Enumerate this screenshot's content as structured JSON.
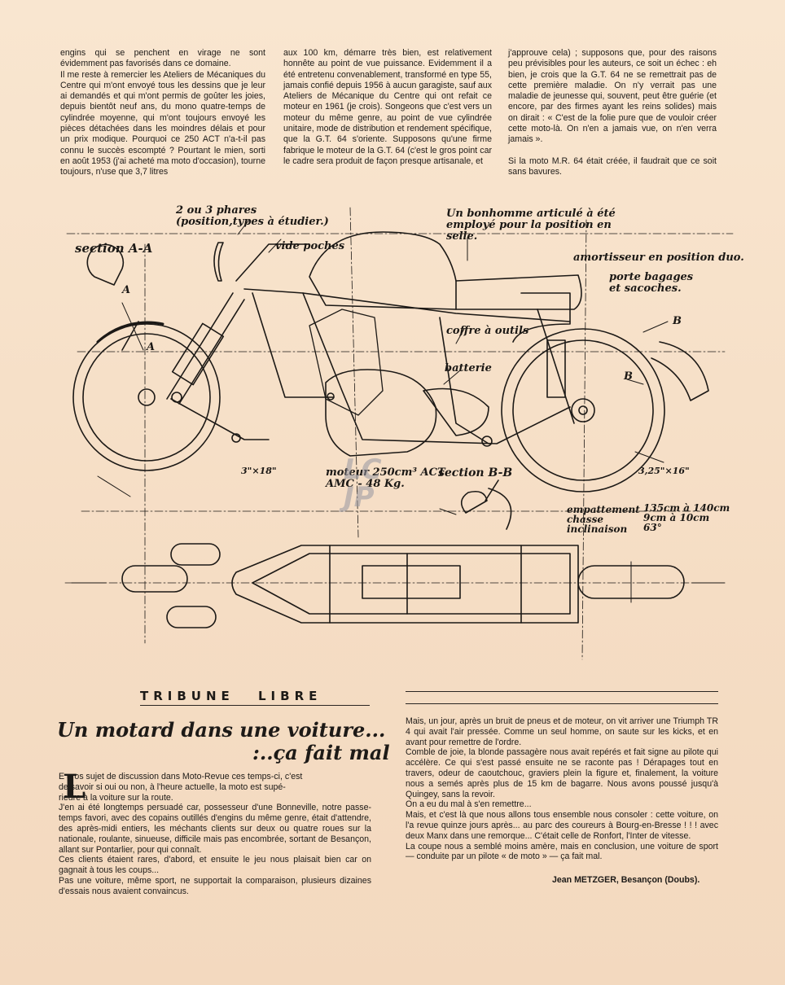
{
  "article_top": {
    "col1": "engins qui se penchent en virage ne sont évidemment pas favorisés dans ce domaine.\n    Il me reste à remercier les Ateliers de Mécaniques du Centre qui m'ont envoyé tous les dessins que je leur ai demandés et qui m'ont permis de goûter les joies, depuis bientôt neuf ans, du mono quatre-temps de cylindrée moyenne, qui m'ont toujours envoyé les pièces détachées dans les moindres délais et pour un prix modique. Pourquoi ce 250 ACT n'a-t-il pas connu le succès escompté ? Pourtant le mien, sorti en août 1953 (j'ai acheté ma moto d'occasion), tourne toujours, n'use que 3,7 litres",
    "col2": "aux 100 km, démarre très bien, est relativement honnête au point de vue puissance. Evidemment il a été entretenu convenablement, transformé en type 55, jamais confié depuis 1956 à aucun garagiste, sauf aux Ateliers de Mécanique du Centre qui ont refait ce moteur en 1961 (je crois). Songeons que c'est vers un moteur du même genre, au point de vue cylindrée unitaire, mode de distribution et rendement spécifique, que la G.T. 64 s'oriente. Supposons qu'une firme fabrique le moteur de la G.T. 64 (c'est le gros point car le cadre sera produit de façon presque artisanale, et",
    "col3": "j'approuve cela) ; supposons que, pour des raisons peu prévisibles pour les auteurs, ce soit un échec : eh bien, je crois que la G.T. 64 ne se remettrait pas de cette première maladie. On n'y verrait pas une maladie de jeunesse qui, souvent, peut être guérie (et encore, par des firmes ayant les reins solides) mais on dirait : « C'est de la folie pure que de vouloir créer cette moto-là. On n'en a jamais vue, on n'en verra jamais ».\n\n    Si la moto M.R. 64 était créée, il faudrait que ce soit sans bavures."
  },
  "drawing": {
    "labels": {
      "phares": "2 ou 3 phares\n(position,types à étudier.)",
      "section_aa": "section A-A",
      "vide_poches": "vide poches",
      "bonhomme": "Un bonhomme articulé à été\nemployé pour la position en\nselle.",
      "amortisseur": "amortisseur en position duo.",
      "porte_bagages": "porte bagages\net sacoches.",
      "coffre": "coffre à outils",
      "batterie": "batterie",
      "pneu_av": "3\"×18\"",
      "moteur": "moteur 250cm³ ACT\nAMC - 48 Kg.",
      "section_bb": "section B-B",
      "pneu_ar": "3,25\"×16\"",
      "specs_left": "empattement\nchasse\ninclinaison",
      "specs_right": "135cm à 140cm\n9cm à 10cm\n63°",
      "mark_a1": "A",
      "mark_a2": "A",
      "mark_b1": "B",
      "mark_b2": "B"
    }
  },
  "tribune": {
    "section_title": "TRIBUNE LIBRE",
    "headline_1": "Un motard dans une voiture...",
    "headline_2": ":..ça fait mal",
    "drop_cap": "L",
    "col1": "      E gros sujet de discussion dans Moto-Revue ces temps-ci, c'est\n      de savoir si oui ou non, à l'heure actuelle, la moto est supé-\n      rieure à la voiture sur la route.\n    J'en ai été longtemps persuadé car, possesseur d'une Bonneville, notre passe-temps favori, avec des copains outillés d'engins du même genre, était d'attendre, des après-midi entiers, les méchants clients sur deux ou quatre roues sur la nationale, roulante, sinueuse, difficile mais pas encombrée, sortant de Besançon, allant sur Pontarlier, pour qui connaît.\n    Ces clients étaient rares, d'abord, et ensuite le jeu nous plaisait bien car on gagnait à tous les coups...\n    Pas une voiture, même sport, ne supportait la comparaison, plusieurs dizaines d'essais nous avaient convaincus.",
    "col2": "    Mais, un jour, après un bruit de pneus et de moteur, on vit arriver une Triumph TR 4 qui avait l'air pressée. Comme un seul homme, on saute sur les kicks, et en avant pour remettre de l'ordre.\n    Comble de joie, la blonde passagère nous avait repérés et fait signe au pilote qui accélère. Ce qui s'est passé ensuite ne se raconte pas ! Dérapages tout en travers, odeur de caoutchouc, graviers plein la figure et, finalement, la voiture nous a semés après plus de 15 km de bagarre. Nous avons poussé jusqu'à Quingey, sans la revoir.\n    On a eu du mal à s'en remettre...\n    Mais, et c'est là que nous allons tous ensemble nous consoler : cette voiture, on l'a revue quinze jours après... au parc des coureurs à Bourg-en-Bresse ! ! ! avec deux Manx dans une remorque... C'était celle de Ronfort, l'Inter de vitesse.\n    La coupe nous a semblé moins amère, mais en conclusion, une voiture de sport — conduite par un pilote « de moto » — ça fait mal.",
    "signature": "Jean METZGER, Besançon (Doubs)."
  },
  "watermark": "LC\nJP"
}
